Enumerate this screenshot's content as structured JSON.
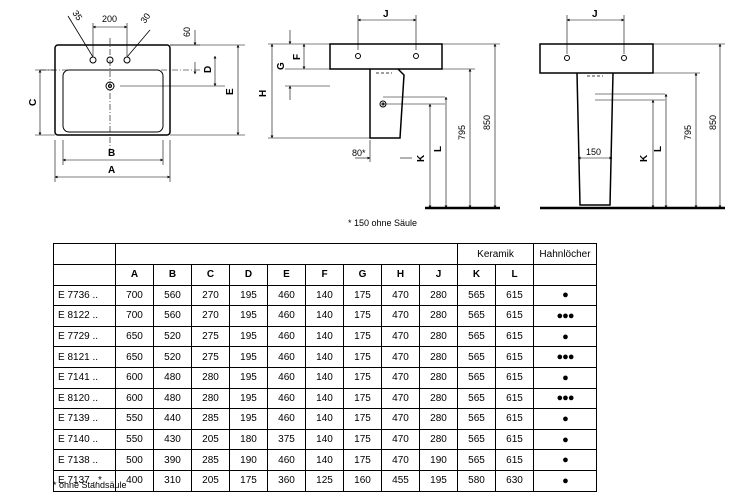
{
  "drawing": {
    "top_view": {
      "dim_200": "200",
      "dim_35": "35",
      "dim_30": "30",
      "dim_60": "60",
      "lbl_a": "A",
      "lbl_b": "B",
      "lbl_c": "C",
      "lbl_d": "D",
      "lbl_e": "E"
    },
    "side_view": {
      "lbl_j": "J",
      "lbl_g": "G",
      "lbl_f": "F",
      "lbl_h": "H",
      "lbl_k": "K",
      "lbl_l": "L",
      "dim_80": "80*",
      "dim_795": "795",
      "dim_850": "850"
    },
    "front_view": {
      "lbl_j": "J",
      "lbl_k": "K",
      "lbl_l": "L",
      "dim_150": "150",
      "dim_795": "795",
      "dim_850": "850"
    }
  },
  "notes": {
    "ohne_saeule": "* 150 ohne Säule",
    "ohne_standsaeule": "* ohne Standsäule"
  },
  "table": {
    "group_keramik": "Keramik",
    "group_hahnloecher": "Hahnlöcher",
    "headers": [
      "A",
      "B",
      "C",
      "D",
      "E",
      "F",
      "G",
      "H",
      "J",
      "K",
      "L"
    ],
    "rows": [
      {
        "model": "E 7736 ..",
        "values": [
          "700",
          "560",
          "270",
          "195",
          "460",
          "140",
          "175",
          "470",
          "280",
          "565",
          "615"
        ],
        "holes": "●"
      },
      {
        "model": "E 8122 ..",
        "values": [
          "700",
          "560",
          "270",
          "195",
          "460",
          "140",
          "175",
          "470",
          "280",
          "565",
          "615"
        ],
        "holes": "●●●"
      },
      {
        "model": "E 7729 ..",
        "values": [
          "650",
          "520",
          "275",
          "195",
          "460",
          "140",
          "175",
          "470",
          "280",
          "565",
          "615"
        ],
        "holes": "●"
      },
      {
        "model": "E 8121 ..",
        "values": [
          "650",
          "520",
          "275",
          "195",
          "460",
          "140",
          "175",
          "470",
          "280",
          "565",
          "615"
        ],
        "holes": "●●●"
      },
      {
        "model": "E 7141 ..",
        "values": [
          "600",
          "480",
          "280",
          "195",
          "460",
          "140",
          "175",
          "470",
          "280",
          "565",
          "615"
        ],
        "holes": "●"
      },
      {
        "model": "E 8120 ..",
        "values": [
          "600",
          "480",
          "280",
          "195",
          "460",
          "140",
          "175",
          "470",
          "280",
          "565",
          "615"
        ],
        "holes": "●●●"
      },
      {
        "model": "E 7139 ..",
        "values": [
          "550",
          "440",
          "285",
          "195",
          "460",
          "140",
          "175",
          "470",
          "280",
          "565",
          "615"
        ],
        "holes": "●"
      },
      {
        "model": "E 7140 ..",
        "values": [
          "550",
          "430",
          "205",
          "180",
          "375",
          "140",
          "175",
          "470",
          "280",
          "565",
          "615"
        ],
        "holes": "●"
      },
      {
        "model": "E 7138 ..",
        "values": [
          "500",
          "390",
          "285",
          "190",
          "460",
          "140",
          "175",
          "470",
          "190",
          "565",
          "615"
        ],
        "holes": "●"
      },
      {
        "model": "E 7137 ..*",
        "values": [
          "400",
          "310",
          "205",
          "175",
          "360",
          "125",
          "160",
          "455",
          "195",
          "580",
          "630"
        ],
        "holes": "●"
      }
    ]
  }
}
